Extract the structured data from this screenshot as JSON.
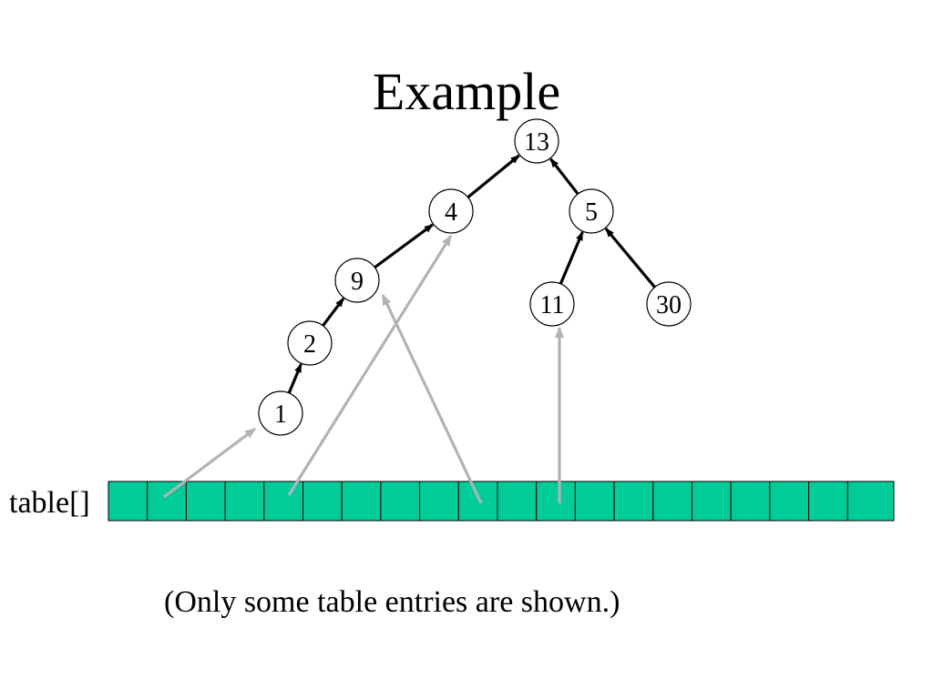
{
  "slide": {
    "title": "Example",
    "table_label": "table[]",
    "caption": "(Only some table entries are shown.)"
  },
  "colors": {
    "background": "#ffffff",
    "cell_fill": "#00cc99",
    "tree_edge": "#000000",
    "table_pointer": "#b3b3b3"
  },
  "tree": {
    "nodes": [
      {
        "id": "n13",
        "label": "13"
      },
      {
        "id": "n4",
        "label": "4"
      },
      {
        "id": "n5",
        "label": "5"
      },
      {
        "id": "n9",
        "label": "9"
      },
      {
        "id": "n11",
        "label": "11"
      },
      {
        "id": "n30",
        "label": "30"
      },
      {
        "id": "n2",
        "label": "2"
      },
      {
        "id": "n1",
        "label": "1"
      }
    ],
    "edges": [
      {
        "from": "n4",
        "to": "n13"
      },
      {
        "from": "n5",
        "to": "n13"
      },
      {
        "from": "n9",
        "to": "n4"
      },
      {
        "from": "n2",
        "to": "n9"
      },
      {
        "from": "n1",
        "to": "n2"
      },
      {
        "from": "n11",
        "to": "n5"
      },
      {
        "from": "n30",
        "to": "n5"
      }
    ]
  },
  "table": {
    "cell_count": 20,
    "pointers": [
      {
        "cell": 1,
        "to": "n1"
      },
      {
        "cell": 4,
        "to": "n4"
      },
      {
        "cell": 9,
        "to": "n9"
      },
      {
        "cell": 11,
        "to": "n11"
      }
    ]
  }
}
